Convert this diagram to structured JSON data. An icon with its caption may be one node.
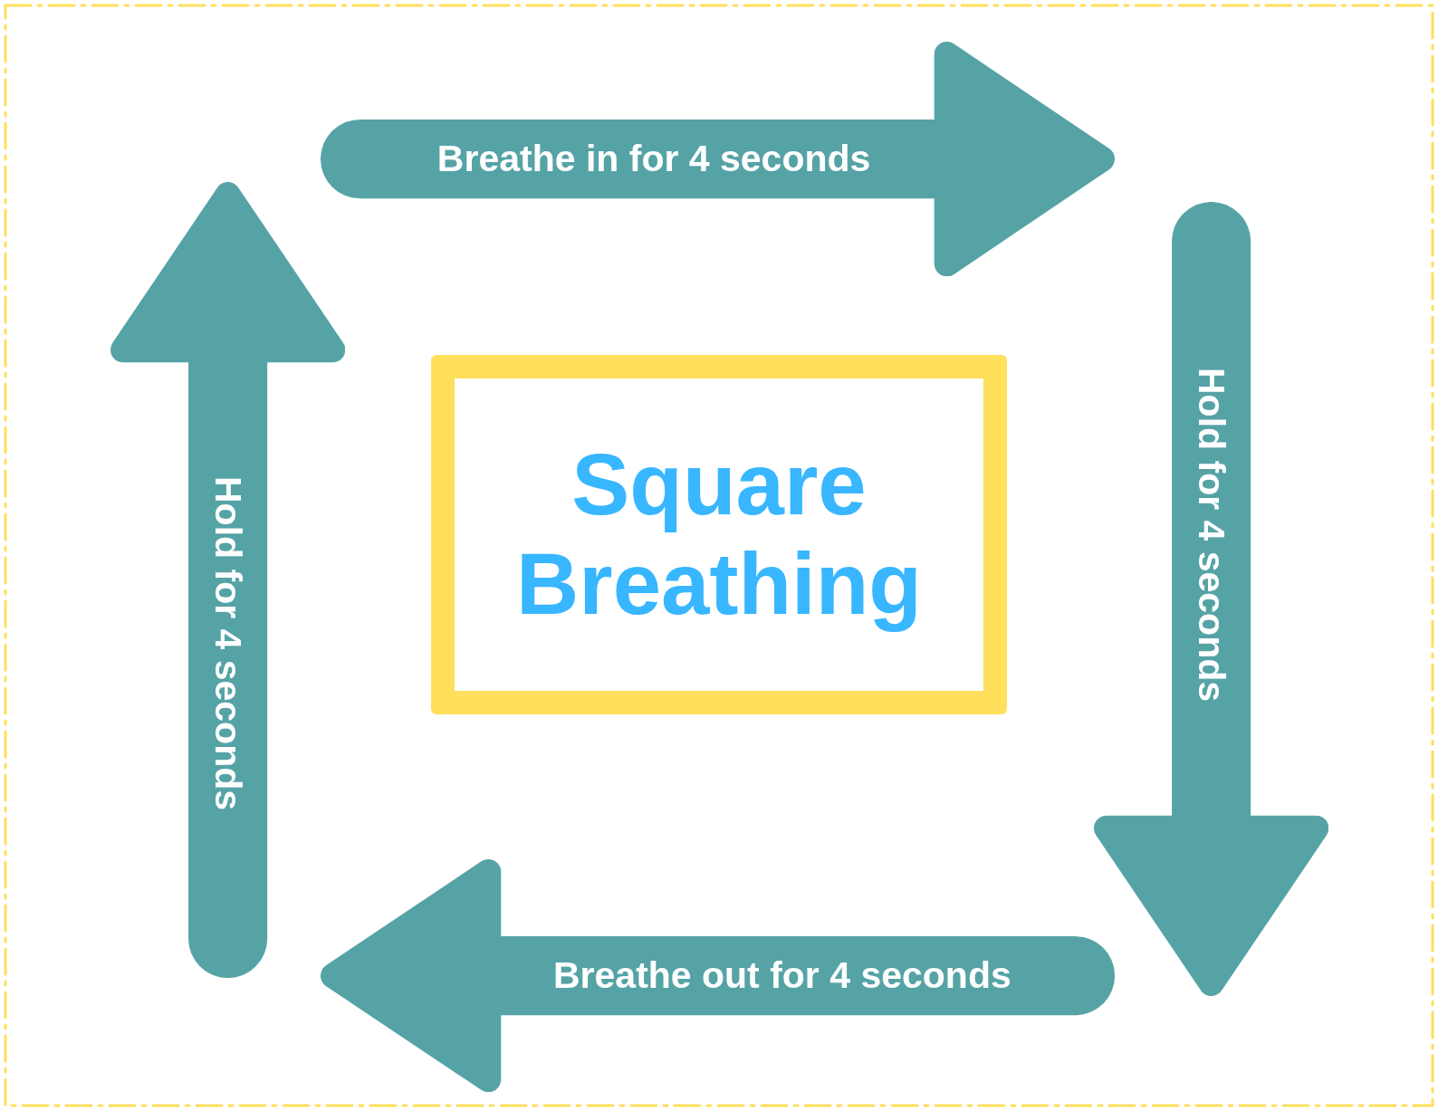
{
  "diagram": {
    "nodes": [
      {
        "text": [
          "Breathe in for 4 seconds"
        ]
      },
      {
        "text": [
          "Hold for 4 seconds"
        ]
      },
      {
        "text": [
          "Square Breathing"
        ]
      },
      {
        "text": [
          "Hold for 4 seconds"
        ]
      },
      {
        "text": [
          "Breathe out for 4 seconds"
        ]
      }
    ]
  }
}
